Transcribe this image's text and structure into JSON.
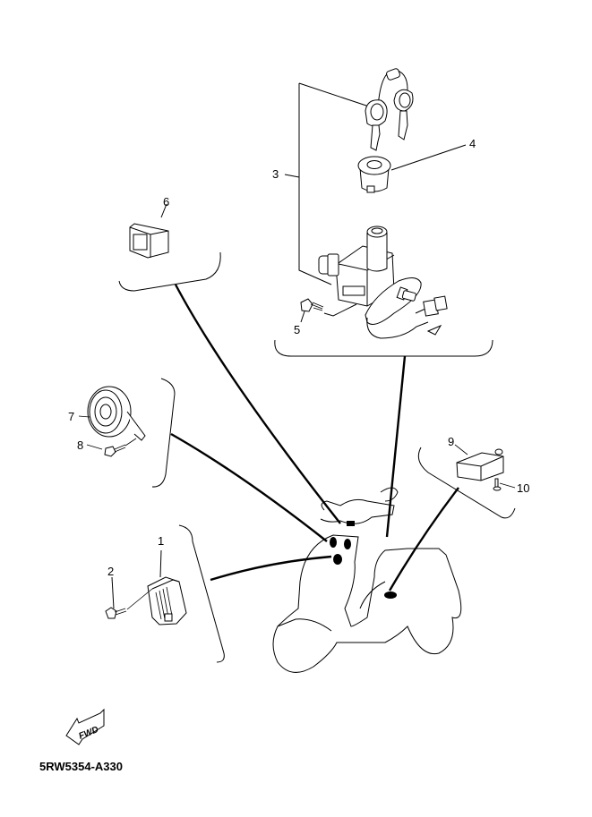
{
  "diagram": {
    "code": "5RW5354-A330",
    "direction_label": "FWD",
    "callouts": [
      {
        "id": "1",
        "label": "1"
      },
      {
        "id": "2",
        "label": "2"
      },
      {
        "id": "3",
        "label": "3"
      },
      {
        "id": "4",
        "label": "4"
      },
      {
        "id": "5",
        "label": "5"
      },
      {
        "id": "6",
        "label": "6"
      },
      {
        "id": "7",
        "label": "7"
      },
      {
        "id": "8",
        "label": "8"
      },
      {
        "id": "9",
        "label": "9"
      },
      {
        "id": "10",
        "label": "10"
      }
    ],
    "parts": [
      {
        "callout": "1",
        "name": "rectifier-regulator"
      },
      {
        "callout": "2",
        "name": "bolt"
      },
      {
        "callout": "3",
        "name": "main-switch-lock-set"
      },
      {
        "callout": "4",
        "name": "key-cylinder-cap"
      },
      {
        "callout": "5",
        "name": "bolt"
      },
      {
        "callout": "6",
        "name": "relay"
      },
      {
        "callout": "7",
        "name": "horn"
      },
      {
        "callout": "8",
        "name": "bolt"
      },
      {
        "callout": "9",
        "name": "cdi-unit"
      },
      {
        "callout": "10",
        "name": "screw"
      }
    ]
  }
}
